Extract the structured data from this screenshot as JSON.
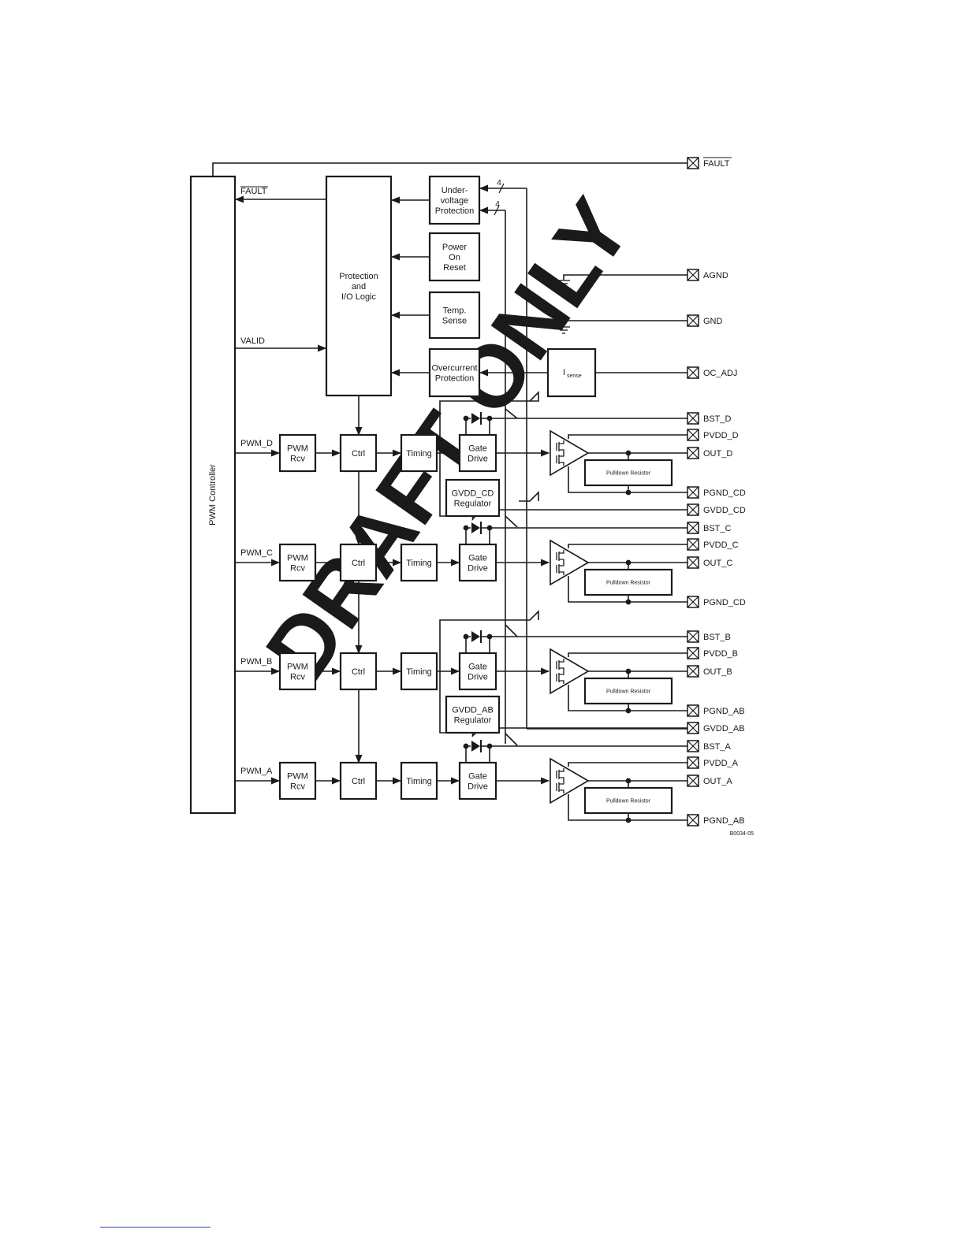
{
  "watermark": "DRAFT ONLY",
  "figure_id": "B0034-05",
  "controller": {
    "label": "PWM Controller"
  },
  "protection": {
    "label_lines": [
      "Protection",
      "and",
      "I/O Logic"
    ],
    "fault_signal": "FAULT",
    "valid_signal": "VALID",
    "sources": [
      {
        "lines": [
          "Under-",
          "voltage",
          "Protection"
        ]
      },
      {
        "lines": [
          "Power",
          "On",
          "Reset"
        ]
      },
      {
        "lines": [
          "Temp.",
          "Sense"
        ]
      },
      {
        "lines": [
          "Overcurrent",
          "Protection"
        ]
      }
    ],
    "bus_width": "4",
    "isense": {
      "main": "I",
      "sub": "sense"
    }
  },
  "channels": [
    {
      "input": "PWM_D",
      "rcv": [
        "PWM",
        "Rcv"
      ],
      "ctrl": "Ctrl",
      "timing": "Timing",
      "gate": [
        "Gate",
        "Drive"
      ],
      "pins": {
        "bst": "BST_D",
        "pvdd": "PVDD_D",
        "out": "OUT_D",
        "pgnd": "PGND_CD"
      },
      "pulldown": "Pulldown Resistor"
    },
    {
      "input": "PWM_C",
      "rcv": [
        "PWM",
        "Rcv"
      ],
      "ctrl": "Ctrl",
      "timing": "Timing",
      "gate": [
        "Gate",
        "Drive"
      ],
      "pins": {
        "bst": "BST_C",
        "pvdd": "PVDD_C",
        "out": "OUT_C",
        "pgnd": "PGND_CD"
      },
      "pulldown": "Pulldown Resistor"
    },
    {
      "input": "PWM_B",
      "rcv": [
        "PWM",
        "Rcv"
      ],
      "ctrl": "Ctrl",
      "timing": "Timing",
      "gate": [
        "Gate",
        "Drive"
      ],
      "pins": {
        "bst": "BST_B",
        "pvdd": "PVDD_B",
        "out": "OUT_B",
        "pgnd": "PGND_AB"
      },
      "pulldown": "Pulldown Resistor"
    },
    {
      "input": "PWM_A",
      "rcv": [
        "PWM",
        "Rcv"
      ],
      "ctrl": "Ctrl",
      "timing": "Timing",
      "gate": [
        "Gate",
        "Drive"
      ],
      "pins": {
        "bst": "BST_A",
        "pvdd": "PVDD_A",
        "out": "OUT_A",
        "pgnd": "PGND_AB"
      },
      "pulldown": "Pulldown Resistor"
    }
  ],
  "regulators": [
    {
      "lines": [
        "GVDD_CD",
        "Regulator"
      ],
      "pin": "GVDD_CD"
    },
    {
      "lines": [
        "GVDD_AB",
        "Regulator"
      ],
      "pin": "GVDD_AB"
    }
  ],
  "pins": {
    "fault": "FAULT",
    "agnd": "AGND",
    "gnd": "GND",
    "oc_adj": "OC_ADJ"
  },
  "colors": {
    "line": "#1a1a1a",
    "watermark": "#d9d9d9",
    "footer_rule": "#2a4fb5"
  }
}
